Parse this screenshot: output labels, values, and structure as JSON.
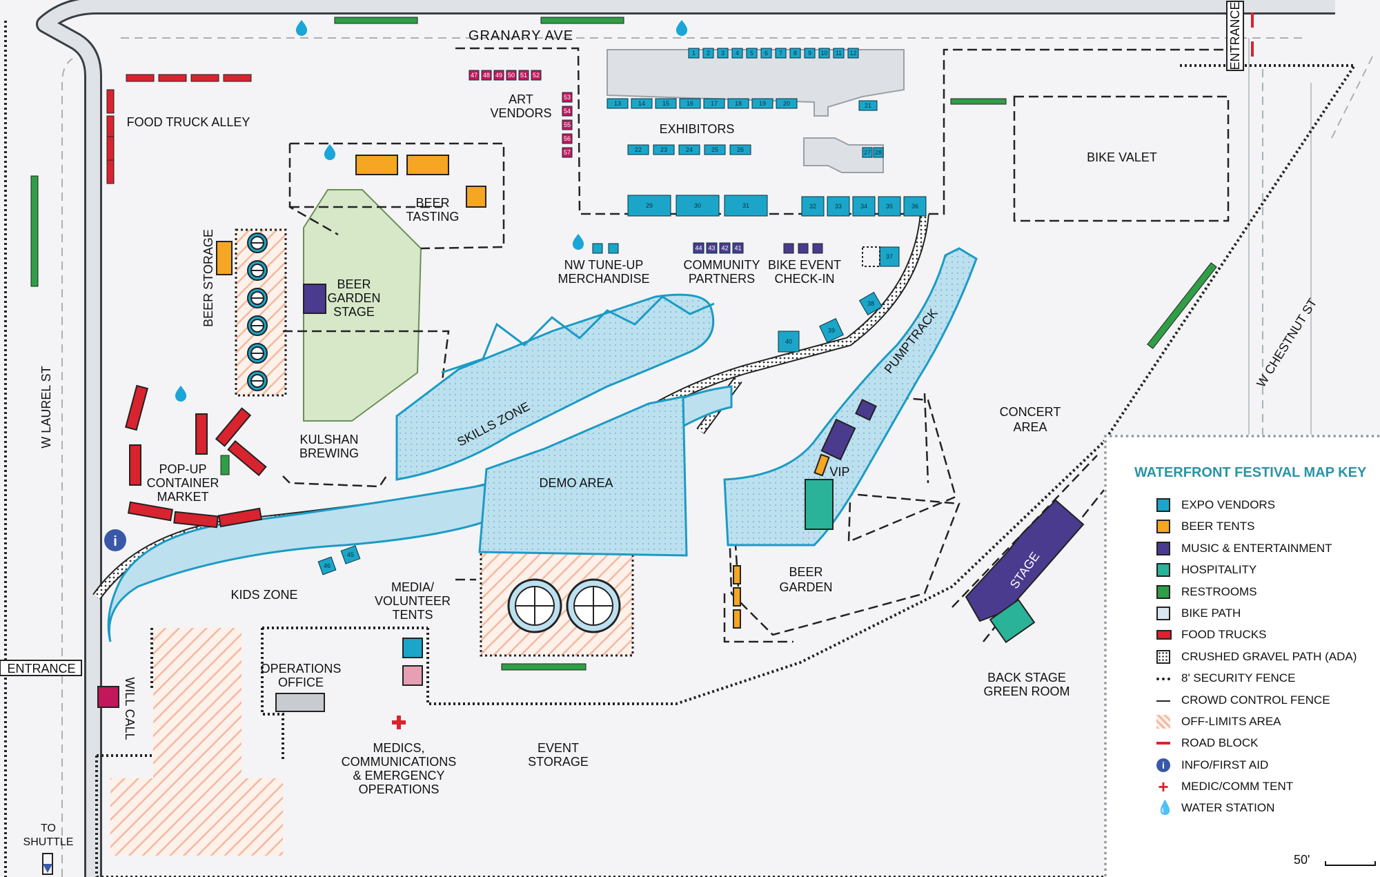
{
  "colors": {
    "background": "#f4f4f6",
    "expo": "#1ba6c9",
    "beer": "#f5a623",
    "music": "#4a3b8f",
    "hospitality": "#2bb39a",
    "restroom": "#2f9e46",
    "bike_path": "#d9e6ee",
    "water_zone": "#bde0ef",
    "food_truck": "#d9232e",
    "road_block": "#d9232e",
    "info": "#3a58a8",
    "medic": "#d9232e",
    "water": "#1aa6d6",
    "garden_green": "#d7e8c9",
    "art": "#c2185b"
  },
  "streets": {
    "north": "GRANARY AVE",
    "west": "W LAUREL ST",
    "east": "W CHESTNUT ST"
  },
  "entrances": {
    "west": "ENTRANCE",
    "north": "ENTRANCE"
  },
  "labels": {
    "food_truck_alley": "FOOD TRUCK ALLEY",
    "art_vendors_1": "ART",
    "art_vendors_2": "VENDORS",
    "exhibitors": "EXHIBITORS",
    "bike_valet": "BIKE VALET",
    "beer_tasting_1": "BEER",
    "beer_tasting_2": "TASTING",
    "beer_storage": "BEER STORAGE",
    "beer_garden_stage_1": "BEER",
    "beer_garden_stage_2": "GARDEN",
    "beer_garden_stage_3": "STAGE",
    "nw_tuneup_1": "NW TUNE-UP",
    "nw_tuneup_2": "MERCHANDISE",
    "community_1": "COMMUNITY",
    "community_2": "PARTNERS",
    "checkin_1": "BIKE EVENT",
    "checkin_2": "CHECK-IN",
    "skills_zone": "SKILLS ZONE",
    "pumptrack": "PUMPTRACK",
    "kulshan_1": "KULSHAN",
    "kulshan_2": "BREWING",
    "popup_1": "POP-UP",
    "popup_2": "CONTAINER",
    "popup_3": "MARKET",
    "demo_area": "DEMO AREA",
    "vip": "VIP",
    "concert_1": "CONCERT",
    "concert_2": "AREA",
    "kids_zone": "KIDS ZONE",
    "media_1": "MEDIA/",
    "media_2": "VOLUNTEER",
    "media_3": "TENTS",
    "beer_garden_1": "BEER",
    "beer_garden_2": "GARDEN",
    "stage": "STAGE",
    "backstage_1": "BACK STAGE",
    "backstage_2": "GREEN ROOM",
    "operations_1": "OPERATIONS",
    "operations_2": "OFFICE",
    "will_call": "WILL CALL",
    "medics_1": "MEDICS,",
    "medics_2": "COMMUNICATIONS",
    "medics_3": "& EMERGENCY",
    "medics_4": "OPERATIONS",
    "event_storage_1": "EVENT",
    "event_storage_2": "STORAGE",
    "shuttle_1": "TO",
    "shuttle_2": "SHUTTLE",
    "scale": "50'"
  },
  "booths": {
    "row1": [
      "1",
      "2",
      "3",
      "4",
      "5",
      "6",
      "7",
      "8",
      "9",
      "10",
      "11",
      "12"
    ],
    "row2": [
      "13",
      "14",
      "15",
      "16",
      "17",
      "18",
      "19",
      "20"
    ],
    "b21": "21",
    "row3": [
      "22",
      "23",
      "24",
      "25",
      "26"
    ],
    "row3b": [
      "27",
      "28"
    ],
    "row4": [
      "29",
      "30",
      "31"
    ],
    "row4b": [
      "32",
      "33",
      "34",
      "35",
      "36"
    ],
    "b37": "37",
    "b38": "38",
    "b39": "39",
    "b40": "40",
    "community": [
      "44",
      "43",
      "42",
      "41"
    ],
    "art_top": [
      "47",
      "48",
      "49",
      "50",
      "51",
      "52"
    ],
    "art_side": [
      "53",
      "54",
      "55",
      "56",
      "57"
    ],
    "kids": [
      "46",
      "45"
    ]
  },
  "legend": {
    "title": "WATERFRONT FESTIVAL MAP KEY",
    "items": [
      {
        "label": "EXPO VENDORS",
        "icon": "expo-swatch"
      },
      {
        "label": "BEER TENTS",
        "icon": "beer-swatch"
      },
      {
        "label": "MUSIC & ENTERTAINMENT",
        "icon": "music-swatch"
      },
      {
        "label": "HOSPITALITY",
        "icon": "hospitality-swatch"
      },
      {
        "label": "RESTROOMS",
        "icon": "restroom-swatch"
      },
      {
        "label": "BIKE PATH",
        "icon": "bike-path-swatch"
      },
      {
        "label": "FOOD TRUCKS",
        "icon": "food-truck-icon"
      },
      {
        "label": "CRUSHED GRAVEL PATH (ADA)",
        "icon": "gravel-path-swatch"
      },
      {
        "label": "8' SECURITY FENCE",
        "icon": "security-fence-line"
      },
      {
        "label": "CROWD CONTROL FENCE",
        "icon": "crowd-fence-line"
      },
      {
        "label": "OFF-LIMITS AREA",
        "icon": "off-limits-swatch"
      },
      {
        "label": "ROAD BLOCK",
        "icon": "road-block-line"
      },
      {
        "label": "INFO/FIRST AID",
        "icon": "info-icon"
      },
      {
        "label": "MEDIC/COMM TENT",
        "icon": "medic-cross-icon"
      },
      {
        "label": "WATER STATION",
        "icon": "water-drop-icon"
      }
    ]
  }
}
